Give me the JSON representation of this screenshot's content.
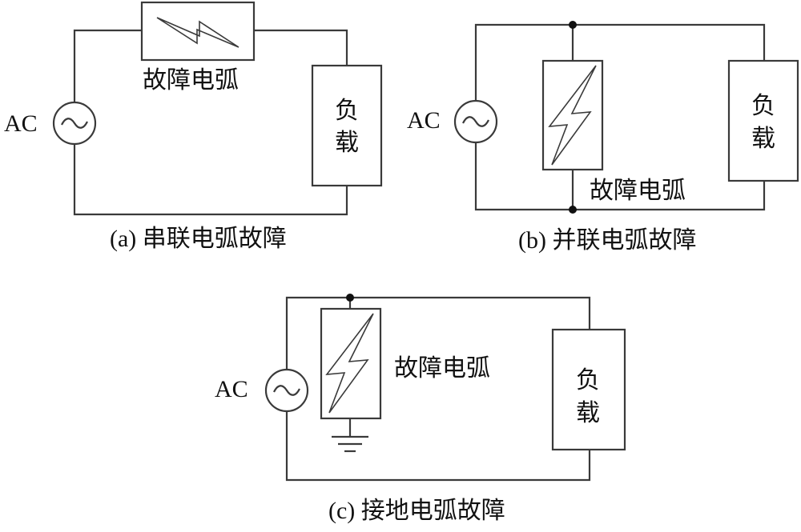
{
  "diagram": {
    "a": {
      "source_label": "AC",
      "arc_label": "故障电弧",
      "load_line1": "负",
      "load_line2": "载",
      "caption": "(a)  串联电弧故障"
    },
    "b": {
      "source_label": "AC",
      "arc_label": "故障电弧",
      "load_line1": "负",
      "load_line2": "载",
      "caption": "(b)  并联电弧故障"
    },
    "c": {
      "source_label": "AC",
      "arc_label": "故障电弧",
      "load_line1": "负",
      "load_line2": "载",
      "caption": "(c)  接地电弧故障"
    }
  }
}
